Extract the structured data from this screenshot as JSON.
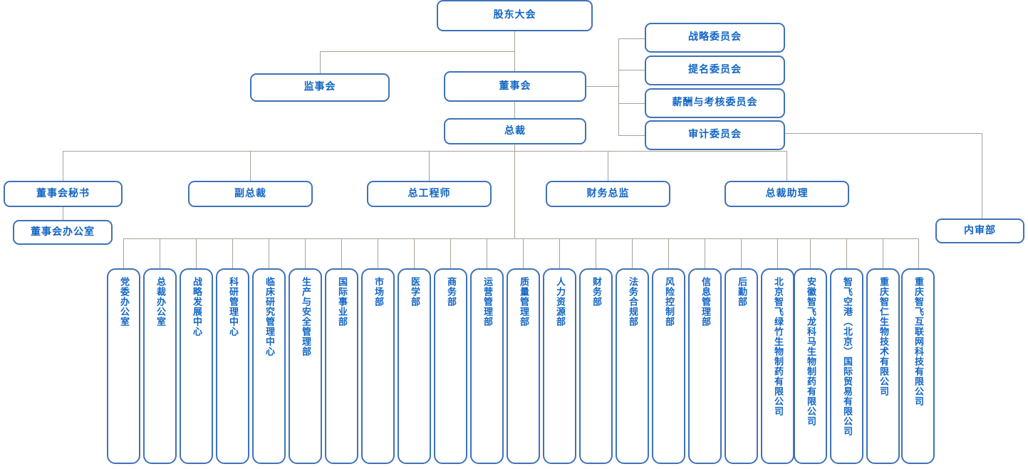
{
  "chart_title": "",
  "colors": {
    "box_border": "#3f72b8",
    "text": "#1266c4",
    "connector": "#a9a198",
    "background": "#ffffff"
  },
  "nodes": {
    "shareholders_meeting": "股东大会",
    "board_of_supervisors": "监事会",
    "board_of_directors": "董事会",
    "president": "总裁",
    "internal_audit": "内审部"
  },
  "committees": [
    {
      "label": "战略委员会"
    },
    {
      "label": "提名委员会"
    },
    {
      "label": "薪酬与考核委员会"
    },
    {
      "label": "审计委员会"
    }
  ],
  "executives": [
    {
      "label": "董事会秘书"
    },
    {
      "label": "副总裁"
    },
    {
      "label": "总工程师"
    },
    {
      "label": "财务总监"
    },
    {
      "label": "总裁助理"
    }
  ],
  "board_office": {
    "label": "董事会办公室"
  },
  "departments": [
    {
      "label": "党委办公室"
    },
    {
      "label": "总裁办公室"
    },
    {
      "label": "战略发展中心"
    },
    {
      "label": "科研管理中心"
    },
    {
      "label": "临床研究管理中心"
    },
    {
      "label": "生产与安全管理部"
    },
    {
      "label": "国际事业部"
    },
    {
      "label": "市场部"
    },
    {
      "label": "医学部"
    },
    {
      "label": "商务部"
    },
    {
      "label": "运营管理部"
    },
    {
      "label": "质量管理部"
    },
    {
      "label": "人力资源部"
    },
    {
      "label": "财务部"
    },
    {
      "label": "法务合规部"
    },
    {
      "label": "风险控制部"
    },
    {
      "label": "信息管理部"
    },
    {
      "label": "后勤部"
    },
    {
      "label": "北京智飞绿竹生物制药有限公司"
    },
    {
      "label": "安徽智飞龙科马生物制药有限公司"
    },
    {
      "label": "智飞空港（北京）国际贸易有限公司"
    },
    {
      "label": "重庆智仁生物技术有限公司"
    },
    {
      "label": "重庆智飞互联网科技有限公司"
    }
  ]
}
